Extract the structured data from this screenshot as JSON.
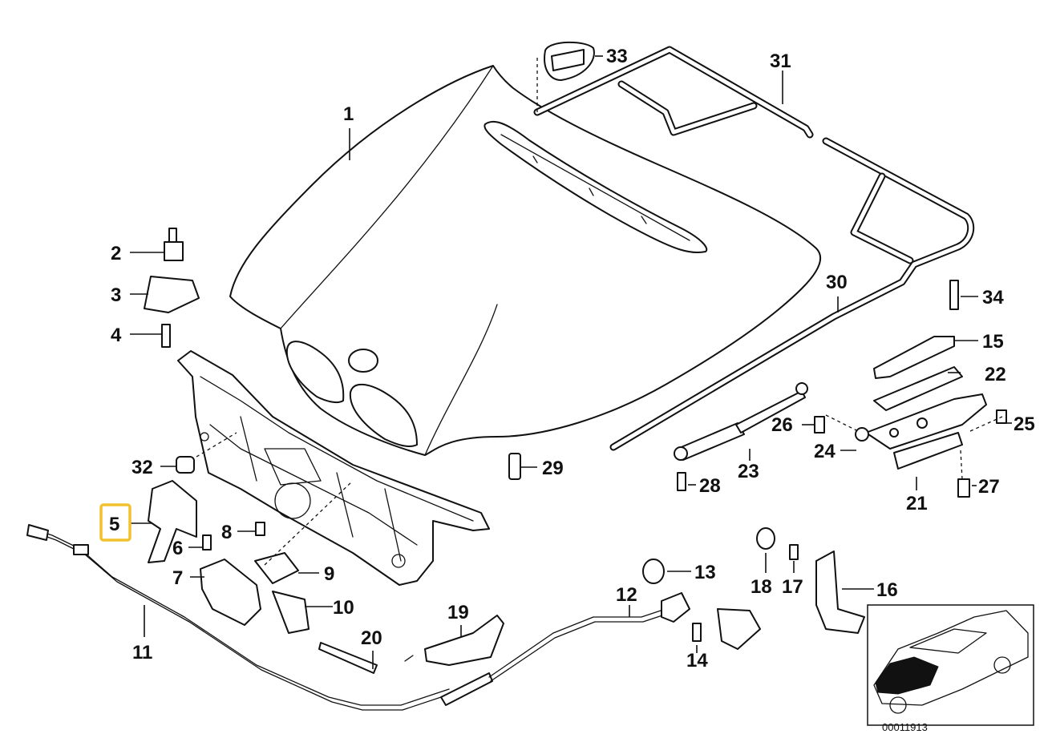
{
  "diagram": {
    "callouts": [
      {
        "id": "1",
        "label": "1"
      },
      {
        "id": "2",
        "label": "2"
      },
      {
        "id": "3",
        "label": "3"
      },
      {
        "id": "4",
        "label": "4"
      },
      {
        "id": "5",
        "label": "5",
        "highlighted": true
      },
      {
        "id": "6",
        "label": "6"
      },
      {
        "id": "7",
        "label": "7"
      },
      {
        "id": "8",
        "label": "8"
      },
      {
        "id": "9",
        "label": "9"
      },
      {
        "id": "10",
        "label": "10"
      },
      {
        "id": "11",
        "label": "11"
      },
      {
        "id": "12",
        "label": "12"
      },
      {
        "id": "13",
        "label": "13"
      },
      {
        "id": "14",
        "label": "14"
      },
      {
        "id": "15",
        "label": "15"
      },
      {
        "id": "16",
        "label": "16"
      },
      {
        "id": "17",
        "label": "17"
      },
      {
        "id": "18",
        "label": "18"
      },
      {
        "id": "19",
        "label": "19"
      },
      {
        "id": "20",
        "label": "20"
      },
      {
        "id": "21",
        "label": "21"
      },
      {
        "id": "22",
        "label": "22"
      },
      {
        "id": "23",
        "label": "23"
      },
      {
        "id": "24",
        "label": "24"
      },
      {
        "id": "25",
        "label": "25"
      },
      {
        "id": "26",
        "label": "26"
      },
      {
        "id": "27",
        "label": "27"
      },
      {
        "id": "28",
        "label": "28"
      },
      {
        "id": "29",
        "label": "29"
      },
      {
        "id": "30",
        "label": "30"
      },
      {
        "id": "31",
        "label": "31"
      },
      {
        "id": "32",
        "label": "32"
      },
      {
        "id": "33",
        "label": "33"
      },
      {
        "id": "34",
        "label": "34"
      }
    ],
    "highlight_color": "#f2c12e",
    "diagram_code": "00011913"
  }
}
